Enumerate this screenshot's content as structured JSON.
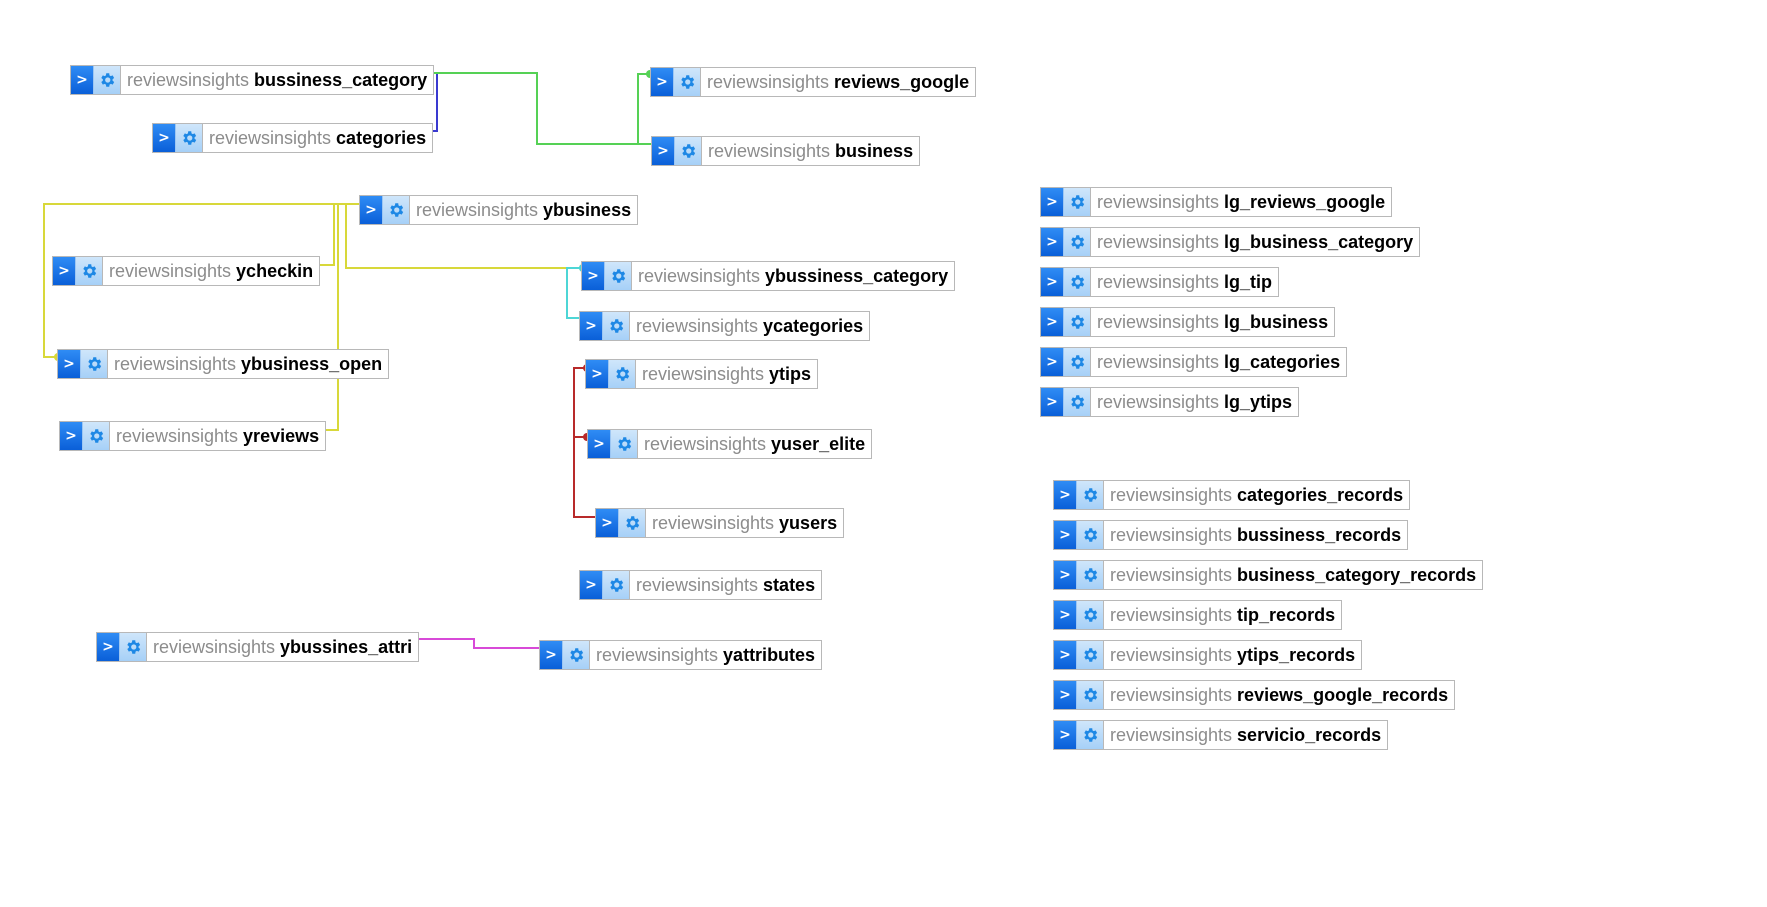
{
  "schema": "reviewsinsights",
  "nodes": [
    {
      "id": "bussiness_category",
      "table": "bussiness_category"
    },
    {
      "id": "categories",
      "table": "categories"
    },
    {
      "id": "reviews_google",
      "table": "reviews_google"
    },
    {
      "id": "business",
      "table": "business"
    },
    {
      "id": "ybusiness",
      "table": "ybusiness"
    },
    {
      "id": "ycheckin",
      "table": "ycheckin"
    },
    {
      "id": "ybussiness_category",
      "table": "ybussiness_category"
    },
    {
      "id": "ycategories",
      "table": "ycategories"
    },
    {
      "id": "ybusiness_open",
      "table": "ybusiness_open"
    },
    {
      "id": "ytips",
      "table": "ytips"
    },
    {
      "id": "yreviews",
      "table": "yreviews"
    },
    {
      "id": "yuser_elite",
      "table": "yuser_elite"
    },
    {
      "id": "yusers",
      "table": "yusers"
    },
    {
      "id": "states",
      "table": "states"
    },
    {
      "id": "ybussines_attri",
      "table": "ybussines_attri"
    },
    {
      "id": "yattributes",
      "table": "yattributes"
    },
    {
      "id": "lg_reviews_google",
      "table": "lg_reviews_google"
    },
    {
      "id": "lg_business_category",
      "table": "lg_business_category"
    },
    {
      "id": "lg_tip",
      "table": "lg_tip"
    },
    {
      "id": "lg_business",
      "table": "lg_business"
    },
    {
      "id": "lg_categories",
      "table": "lg_categories"
    },
    {
      "id": "lg_ytips",
      "table": "lg_ytips"
    },
    {
      "id": "categories_records",
      "table": "categories_records"
    },
    {
      "id": "bussiness_records",
      "table": "bussiness_records"
    },
    {
      "id": "business_category_records",
      "table": "business_category_records"
    },
    {
      "id": "tip_records",
      "table": "tip_records"
    },
    {
      "id": "ytips_records",
      "table": "ytips_records"
    },
    {
      "id": "reviews_google_records",
      "table": "reviews_google_records"
    },
    {
      "id": "servicio_records",
      "table": "servicio_records"
    }
  ],
  "links": [
    {
      "from": "bussiness_category",
      "to": "categories",
      "color": "#3a3ad0"
    },
    {
      "from": "bussiness_category",
      "to": "business",
      "color": "#55d155"
    },
    {
      "from": "reviews_google",
      "to": "business",
      "color": "#55d155"
    },
    {
      "from": "ycheckin",
      "to": "ybusiness",
      "color": "#d8d83a"
    },
    {
      "from": "yreviews",
      "to": "ybusiness",
      "color": "#d8d83a"
    },
    {
      "from": "ybusiness_open",
      "to": "ybusiness",
      "color": "#d8d83a"
    },
    {
      "from": "ybussiness_category",
      "to": "ybusiness",
      "color": "#d8d83a"
    },
    {
      "from": "ybussiness_category",
      "to": "ycategories",
      "color": "#4dd6d6"
    },
    {
      "from": "ytips",
      "to": "yusers",
      "color": "#b82a2a"
    },
    {
      "from": "yuser_elite",
      "to": "yusers",
      "color": "#b82a2a"
    },
    {
      "from": "ybussines_attri",
      "to": "yattributes",
      "color": "#d84ad8"
    }
  ]
}
